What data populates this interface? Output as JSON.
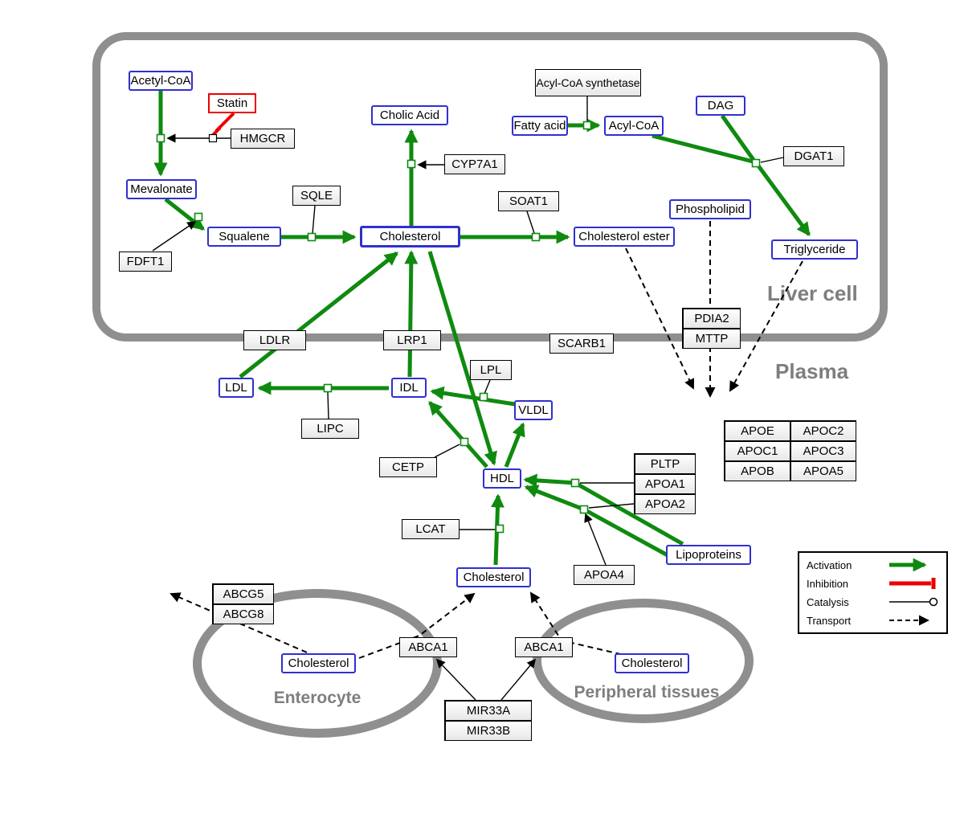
{
  "compartments": {
    "liver": "Liver cell",
    "plasma": "Plasma",
    "enterocyte": "Enterocyte",
    "peripheral": "Peripheral tissues"
  },
  "metabolites": {
    "acetyl_coa": "Acetyl-CoA",
    "mevalonate": "Mevalonate",
    "squalene": "Squalene",
    "cholic_acid": "Cholic Acid",
    "cholesterol_liver": "Cholesterol",
    "cholesterol_ester": "Cholesterol ester",
    "fatty_acid": "Fatty acid",
    "acyl_coa": "Acyl-CoA",
    "dag": "DAG",
    "phospholipid": "Phospholipid",
    "triglyceride": "Triglyceride",
    "ldl": "LDL",
    "idl": "IDL",
    "vldl": "VLDL",
    "hdl": "HDL",
    "cholesterol_plasma": "Cholesterol",
    "cholesterol_enterocyte": "Cholesterol",
    "cholesterol_peripheral": "Cholesterol",
    "lipoproteins": "Lipoproteins"
  },
  "enzymes": {
    "statin": "Statin",
    "hmgcr": "HMGCR",
    "sqle": "SQLE",
    "fdft1": "FDFT1",
    "cyp7a1": "CYP7A1",
    "soat1": "SOAT1",
    "acyl_coa_synthetase": "Acyl-CoA synthetase",
    "dgat1": "DGAT1",
    "pdia2": "PDIA2",
    "mttp": "MTTP",
    "scarb1": "SCARB1",
    "ldlr": "LDLR",
    "lrp1": "LRP1",
    "lpl": "LPL",
    "lipc": "LIPC",
    "cetp": "CETP",
    "lcat": "LCAT",
    "pltp": "PLTP",
    "apoa1": "APOA1",
    "apoa2": "APOA2",
    "apoa4": "APOA4",
    "abcg5": "ABCG5",
    "abcg8": "ABCG8",
    "abca1_left": "ABCA1",
    "abca1_right": "ABCA1",
    "mir33a": "MIR33A",
    "mir33b": "MIR33B"
  },
  "apo_table": {
    "rows": [
      [
        "APOE",
        "APOC2"
      ],
      [
        "APOC1",
        "APOC3"
      ],
      [
        "APOB",
        "APOA5"
      ]
    ]
  },
  "legend": {
    "items": [
      "Activation",
      "Inhibition",
      "Catalysis",
      "Transport"
    ]
  },
  "colors": {
    "activation": "#0f8a0f",
    "inhibition": "#ee0000",
    "metabolite_border": "#3030cf",
    "enzyme_border": "#000000",
    "membrane": "#8f8f8f",
    "compartment_label": "#7e7e7e"
  }
}
